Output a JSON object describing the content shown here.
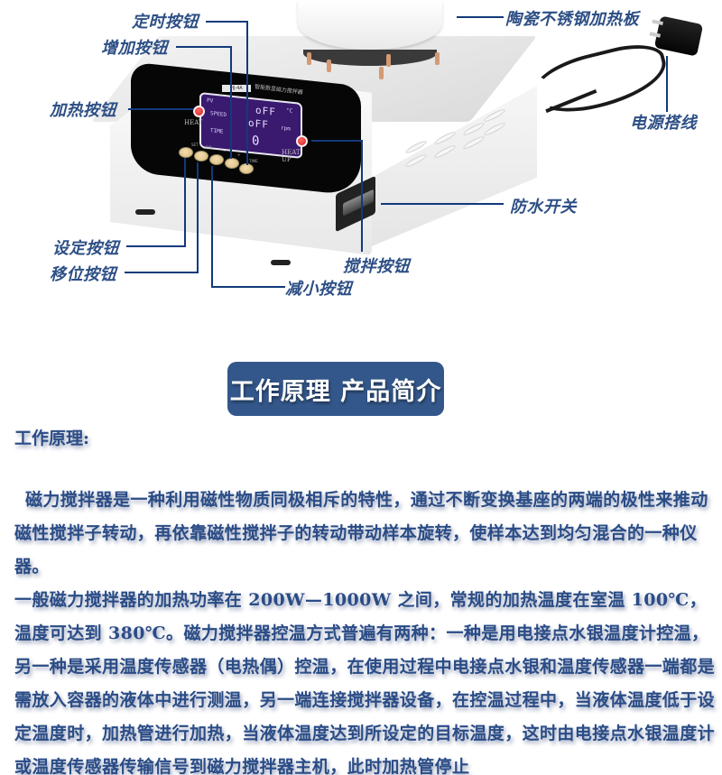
{
  "diagram": {
    "device_panel": {
      "brand_plate": "HJ-4A",
      "panel_title": "智能数显磁力搅拌器",
      "lcd": {
        "pv_label": "PV",
        "speed_label": "SPEED",
        "time_label": "TIME",
        "line1": "oFF",
        "line1_unit": "°C",
        "line2": "oFF",
        "line2_unit": "rpm",
        "line3": "0"
      },
      "heat_label": "HEAT",
      "heat_up_label": "HEAT UP",
      "keys": [
        "SET",
        "R/S",
        "−",
        "+",
        "TIME"
      ]
    },
    "callouts": {
      "timer_button": "定时按钮",
      "increase_button": "增加按钮",
      "heat_button": "加热按钮",
      "set_button": "设定按钮",
      "shift_button": "移位按钮",
      "decrease_button": "减小按钮",
      "stir_button": "搅拌按钮",
      "waterproof_switch": "防水开关",
      "power_cord": "电源搭线",
      "heating_plate": "陶瓷不锈钢加热板"
    },
    "colors": {
      "callout_text": "#2d4f85",
      "callout_line": "#123a7a",
      "lcd_background": "#3a1a6e",
      "heat_button": "#d11a1a",
      "key_button": "#e6c98e"
    }
  },
  "section": {
    "badge_title": "工作原理 产品简介",
    "badge_color": "#33578a"
  },
  "content": {
    "heading": "工作原理:",
    "paragraph1": "磁力搅拌器是一种利用磁性物质同极相斥的特性，通过不断变换基座的两端的极性来推动磁性搅拌子转动，再依靠磁性搅拌子的转动带动样本旋转，使样本达到均匀混合的一种仪器。",
    "paragraph2": "一般磁力搅拌器的加热功率在 200W—1000W 之间，常规的加热温度在室温 100℃，温度可达到 380℃。磁力搅拌器控温方式普遍有两种：一种是用电接点水银温度计控温，另一种是采用温度传感器（电热偶）控温，在使用过程中电接点水银和温度传感器一端都是需放入容器的液体中进行测温，另一端连接搅拌器设备，在控温过程中，当液体温度低于设定温度时，加热管进行加热，当液体温度达到所设定的目标温度，这时由电接点水银温度计或温度传感器传输信号到磁力搅拌器主机，此时加热管停止",
    "text_color": "#2a4c86"
  }
}
